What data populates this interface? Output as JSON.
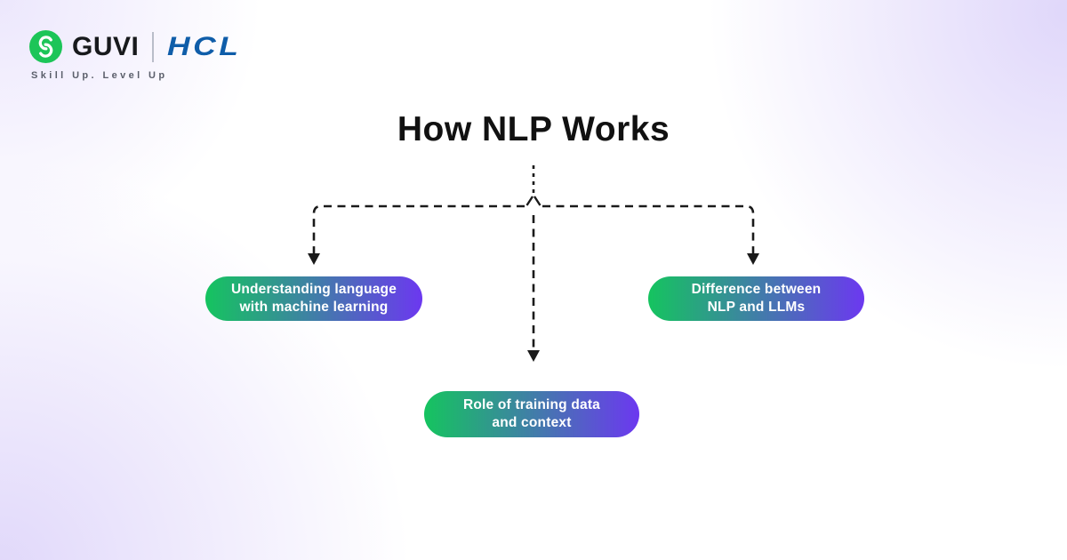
{
  "header": {
    "brand": "GUVI",
    "partner": "HCL",
    "tagline": "Skill Up. Level Up"
  },
  "diagram": {
    "title": "How NLP Works",
    "nodes": [
      {
        "id": "understanding-language",
        "label": "Understanding language\nwith machine learning"
      },
      {
        "id": "difference-nlp-llms",
        "label": "Difference between\nNLP and LLMs"
      },
      {
        "id": "training-data-context",
        "label": "Role of training data\nand context"
      }
    ]
  },
  "colors": {
    "pill_gradient_start": "#15C45F",
    "pill_gradient_end": "#6C38F0",
    "connector": "#1A1A1A",
    "guvi_green": "#1CC558",
    "hcl_blue": "#0F5DA9",
    "background_tint": "#E3DCFA",
    "title_text": "#111111"
  }
}
